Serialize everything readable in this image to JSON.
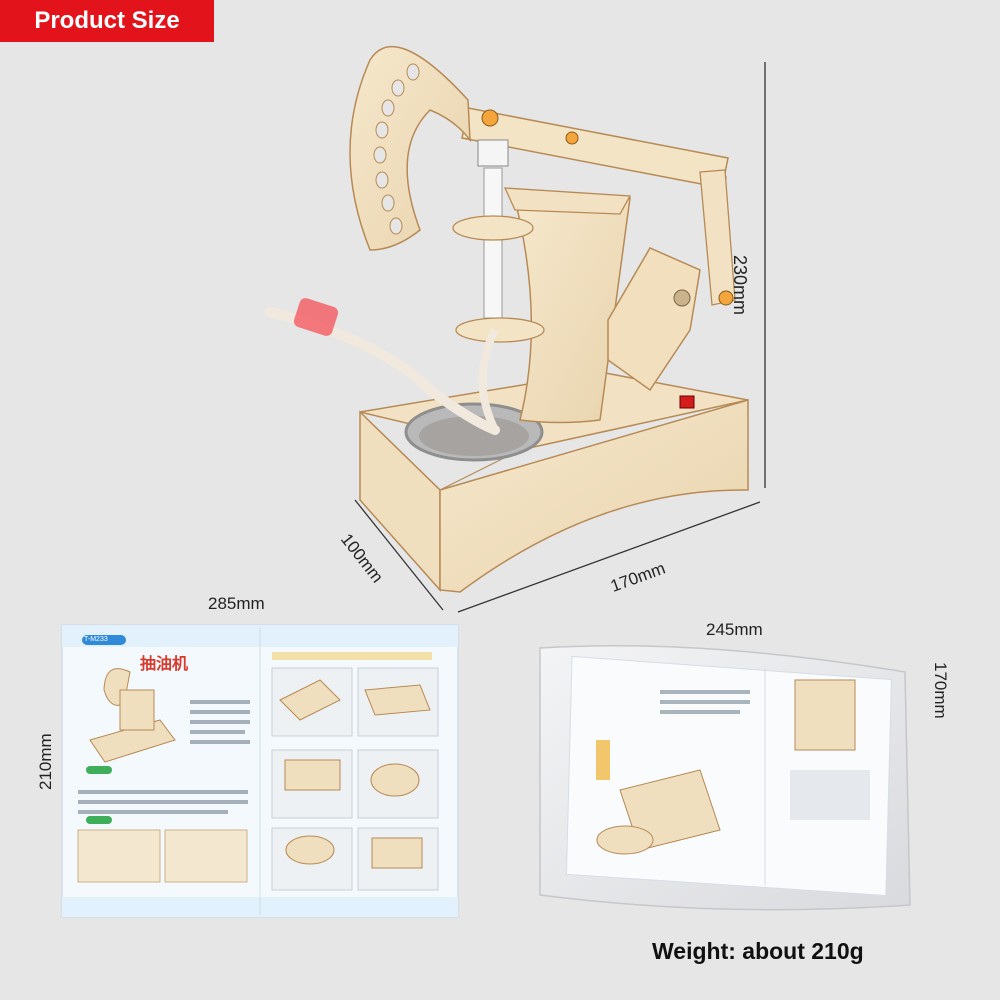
{
  "badge": {
    "label": "Product Size",
    "color": "#e3131b"
  },
  "product": {
    "dimensions": {
      "height": "230mm",
      "depth": "100mm",
      "width": "170mm"
    }
  },
  "manual": {
    "width": "285mm",
    "height": "210mm",
    "title": "抽油机",
    "model": "T-M233"
  },
  "package": {
    "width": "245mm",
    "height": "170mm"
  },
  "weight": {
    "label": "Weight: about 210g"
  }
}
